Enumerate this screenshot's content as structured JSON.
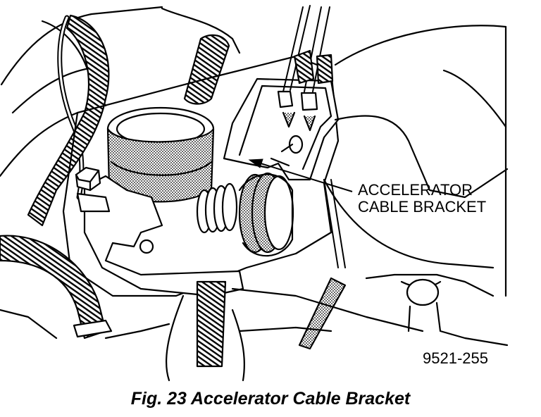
{
  "diagram": {
    "callout_line1": "ACCELERATOR",
    "callout_line2": "CABLE BRACKET",
    "part_number": "9521-255",
    "caption": "Fig. 23 Accelerator Cable Bracket"
  }
}
